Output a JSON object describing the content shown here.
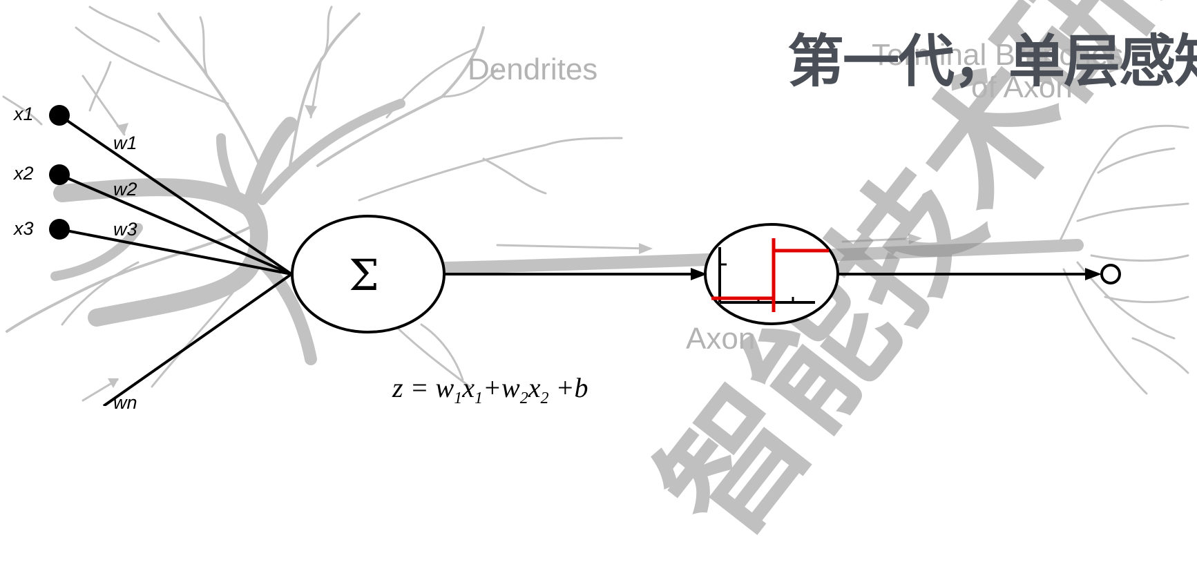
{
  "title": "第一代，单层感知",
  "labels": {
    "dendrites": "Dendrites",
    "terminal_line1": "Terminal Branches",
    "terminal_line2": "of Axon",
    "axon": "Axon"
  },
  "inputs": [
    {
      "x": "x1",
      "w": "w1"
    },
    {
      "x": "x2",
      "w": "w2"
    },
    {
      "x": "x3",
      "w": "w3"
    },
    {
      "x": "",
      "w": "wn"
    }
  ],
  "summation_symbol": "Σ",
  "formula": {
    "prefix": "z = w",
    "s1": "1",
    "x1": "x",
    "s2": "1",
    "plus": "+w",
    "s3": "2",
    "x2": "x",
    "s4": "2",
    "tail": " +b"
  },
  "watermark": "智能技术研究",
  "colors": {
    "neuron_grey": "#c2c2c2",
    "title": "#4a4f57",
    "activation_red": "#e00000"
  }
}
